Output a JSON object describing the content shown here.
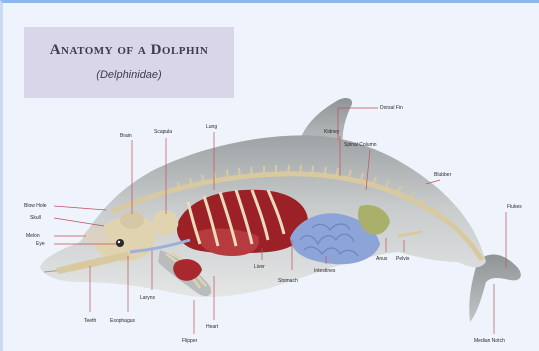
{
  "title": "Anatomy of a Dolphin",
  "subtitle": "(Delphinidae)",
  "labels": {
    "dorsal_fin": "Dorsal Fin",
    "kidney": "Kidney",
    "spinal_column": "Spinal Column",
    "blubber": "Blubber",
    "flukes": "Flukes",
    "brain": "Brain",
    "scapula": "Scapula",
    "lung": "Lung",
    "blow_hole": "Blow Hole",
    "skull": "Skull",
    "melon": "Melon",
    "eye": "Eye",
    "liver": "Liver",
    "stomach": "Stomach",
    "intestines": "Intestines",
    "anus": "Anus",
    "pelvis": "Pelvis",
    "teeth": "Teeth",
    "esophagus": "Esophagus",
    "larynx": "Larynx",
    "flipper": "Flipper",
    "heart": "Heart",
    "median_notch": "Median Notch"
  },
  "colors": {
    "frame_bg": "#eff3fb",
    "title_bg": "#d9d6ea",
    "body": "#c8cbcb",
    "bone": "#e3d6b4",
    "organ_red": "#a5262c",
    "organ_blue": "#8ea6d8",
    "leader_line": "#c0505a"
  }
}
